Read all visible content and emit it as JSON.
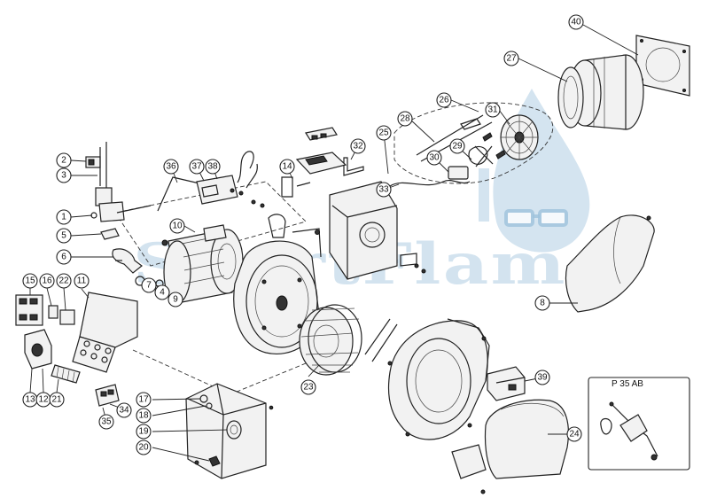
{
  "watermark": {
    "text": "ShortFlam",
    "color": "#9fc3dd"
  },
  "inset": {
    "title": "P 35 AB"
  },
  "callouts": [
    "1",
    "2",
    "3",
    "4",
    "5",
    "6",
    "7",
    "8",
    "9",
    "10",
    "11",
    "12",
    "13",
    "14",
    "15",
    "16",
    "17",
    "18",
    "19",
    "20",
    "21",
    "22",
    "23",
    "24",
    "25",
    "26",
    "27",
    "28",
    "29",
    "30",
    "31",
    "32",
    "33",
    "34",
    "35",
    "36",
    "37",
    "38",
    "39",
    "40"
  ]
}
